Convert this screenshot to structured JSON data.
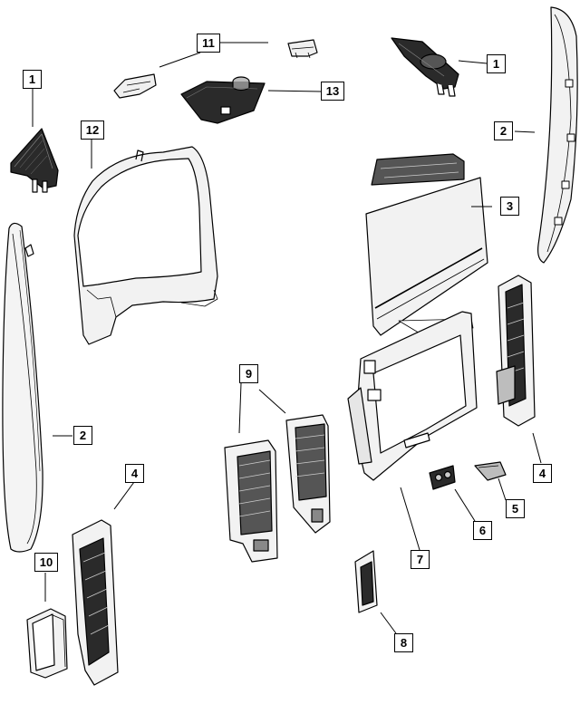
{
  "callouts": {
    "c1_left": "1",
    "c1_right": "1",
    "c2_left": "2",
    "c2_right": "2",
    "c3": "3",
    "c4_left": "4",
    "c4_right": "4",
    "c5": "5",
    "c6": "6",
    "c7": "7",
    "c8": "8",
    "c9": "9",
    "c10": "10",
    "c11": "11",
    "c12": "12",
    "c13": "13"
  },
  "colors": {
    "line": "#000000",
    "fill_light": "#f2f2f2",
    "fill_dark": "#2a2a2a",
    "fill_mid": "#bdbdbd"
  }
}
